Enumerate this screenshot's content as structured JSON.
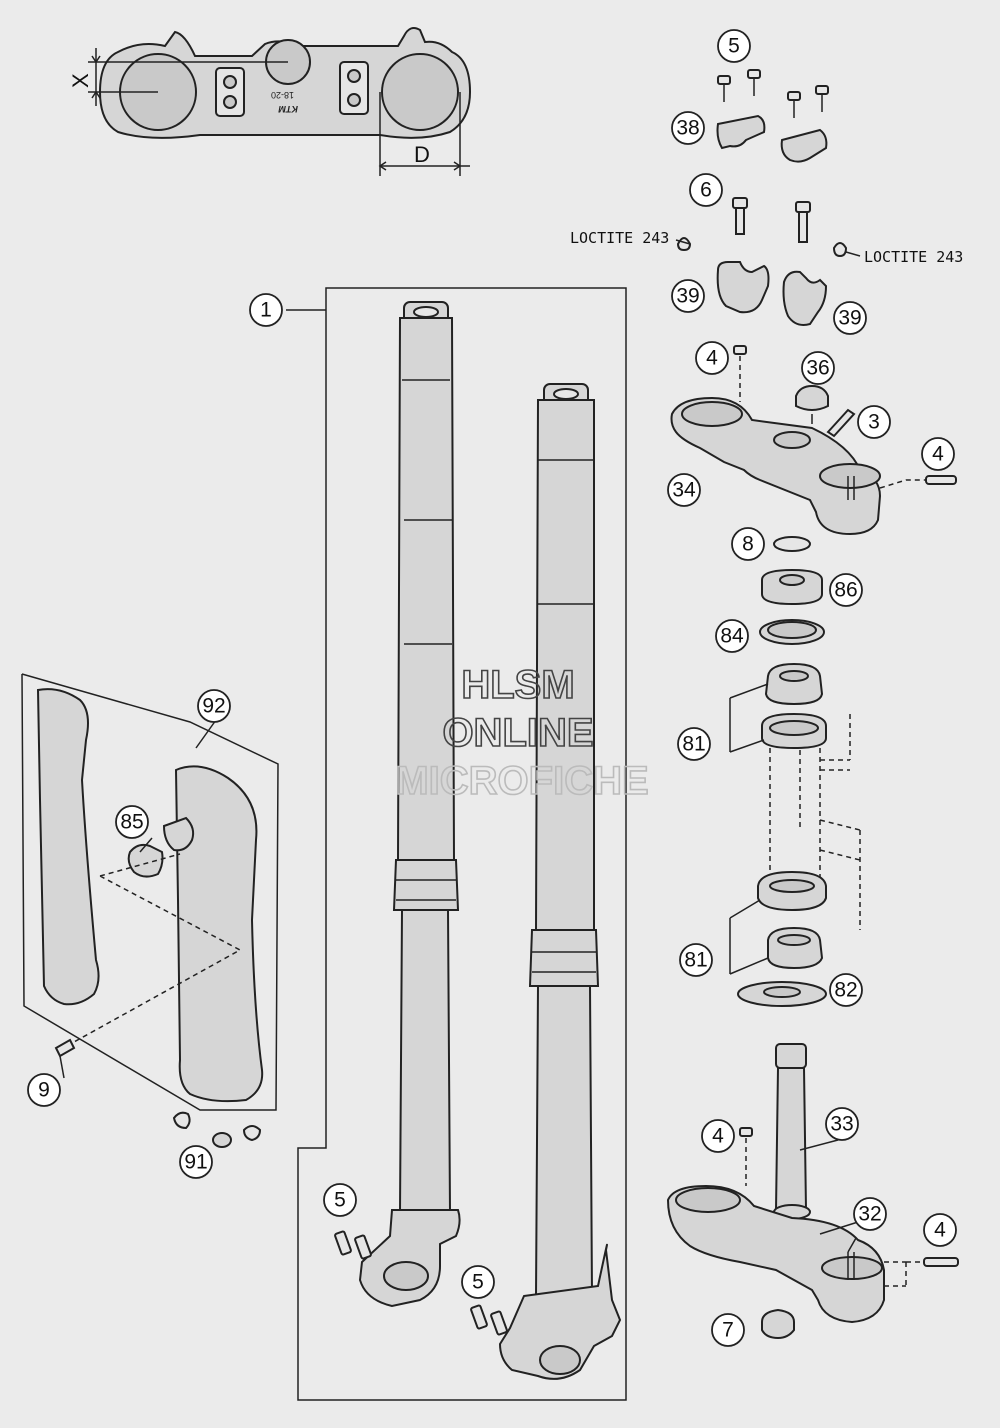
{
  "dimensions": {
    "x_label": "X",
    "d_label": "D",
    "clamp_marking": "18-20",
    "brand_mark": "KTM"
  },
  "notes": {
    "loctite_left": "LOCTITE 243",
    "loctite_right": "LOCTITE 243"
  },
  "watermark": {
    "line1": "HLSM",
    "line2": "ONLINE",
    "line3": "MICROFICHE",
    "color_dark": "#444444",
    "color_light": "#bbbbbb"
  },
  "callouts": {
    "fork_assembly": "1",
    "upper_bolt_5": "5",
    "clamp_38": "38",
    "bolt_6": "6",
    "clamp_39_left": "39",
    "clamp_39_right": "39",
    "bolt_4_top": "4",
    "cap_36": "36",
    "bolt_3": "3",
    "bolt_4_right_upper": "4",
    "upper_clamp_34": "34",
    "oring_8": "8",
    "seal_86": "86",
    "ring_84": "84",
    "bearing_81_upper": "81",
    "bearing_81_lower": "81",
    "ring_82": "82",
    "stem_33": "33",
    "bolt_4_lower": "4",
    "lower_clamp_32": "32",
    "bolt_4_right_lower": "4",
    "nut_7": "7",
    "fork_guard_92": "92",
    "clip_85": "85",
    "bolt_9": "9",
    "screw_set_91": "91",
    "axle_bolt_5_left": "5",
    "axle_bolt_5_right": "5"
  }
}
